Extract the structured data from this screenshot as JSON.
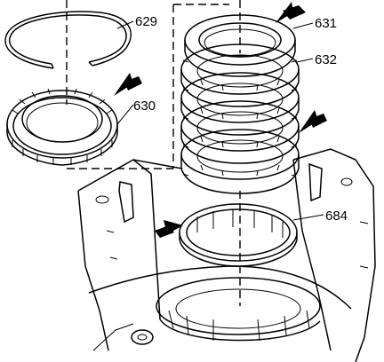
{
  "callouts": [
    {
      "id": "snap-ring",
      "label": "629"
    },
    {
      "id": "backing-plate",
      "label": "630"
    },
    {
      "id": "top-plate",
      "label": "631"
    },
    {
      "id": "clutch-plates",
      "label": "632"
    },
    {
      "id": "spring-assembly",
      "label": "684"
    }
  ]
}
